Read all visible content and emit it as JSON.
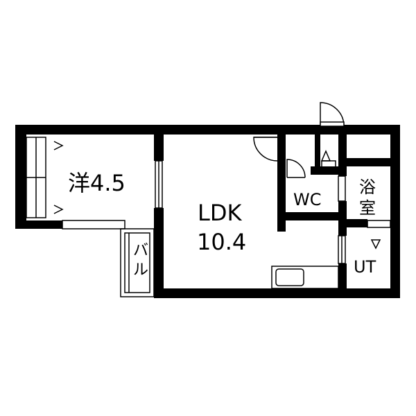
{
  "rooms": {
    "western": {
      "label": "洋4.5"
    },
    "ldk": {
      "line1": "LDK",
      "line2": "10.4"
    },
    "wc": {
      "label": "WC"
    },
    "bath": {
      "line1": "浴",
      "line2": "室"
    },
    "ut": {
      "label": "UT"
    },
    "balcony": {
      "line1": "バ",
      "line2": "ル"
    }
  },
  "colors": {
    "wall": "#000000",
    "background": "#ffffff"
  }
}
